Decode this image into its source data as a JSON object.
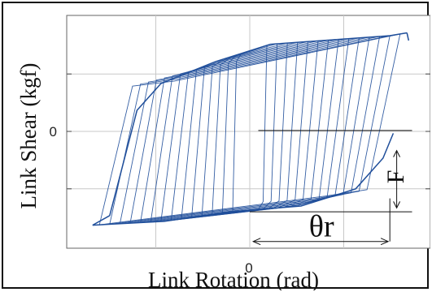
{
  "chart_data": {
    "type": "line",
    "xlabel": "Link Rotation (rad)",
    "ylabel": "Link Shear (kgf)",
    "x_tick_labels": [
      "0"
    ],
    "y_tick_labels": [
      "0"
    ],
    "xlim": [
      -1.0,
      1.0
    ],
    "ylim": [
      -1.0,
      1.0
    ],
    "grid": true,
    "series_color": "#1f4e9a",
    "annotations": {
      "force_label": "F",
      "rotation_label": "θr"
    },
    "upper_envelope": [
      [
        -0.82,
        -0.88
      ],
      [
        -0.66,
        0.22
      ],
      [
        -0.52,
        0.5
      ],
      [
        -0.2,
        0.73
      ],
      [
        0.12,
        0.91
      ],
      [
        0.82,
        1.0
      ],
      [
        0.92,
        1.03
      ]
    ],
    "lower_envelope": [
      [
        -0.92,
        -0.98
      ],
      [
        -0.5,
        -0.94
      ],
      [
        -0.12,
        -0.84
      ],
      [
        0.3,
        -0.78
      ],
      [
        0.62,
        -0.6
      ],
      [
        0.78,
        -0.28
      ],
      [
        0.84,
        -0.02
      ]
    ],
    "cycles": [
      {
        "amplitude": 0.1
      },
      {
        "amplitude": 0.16
      },
      {
        "amplitude": 0.22
      },
      {
        "amplitude": 0.28
      },
      {
        "amplitude": 0.34
      },
      {
        "amplitude": 0.4
      },
      {
        "amplitude": 0.46
      },
      {
        "amplitude": 0.52
      },
      {
        "amplitude": 0.58
      },
      {
        "amplitude": 0.64
      },
      {
        "amplitude": 0.7
      },
      {
        "amplitude": 0.76
      },
      {
        "amplitude": 0.82
      },
      {
        "amplitude": 0.88
      }
    ]
  }
}
